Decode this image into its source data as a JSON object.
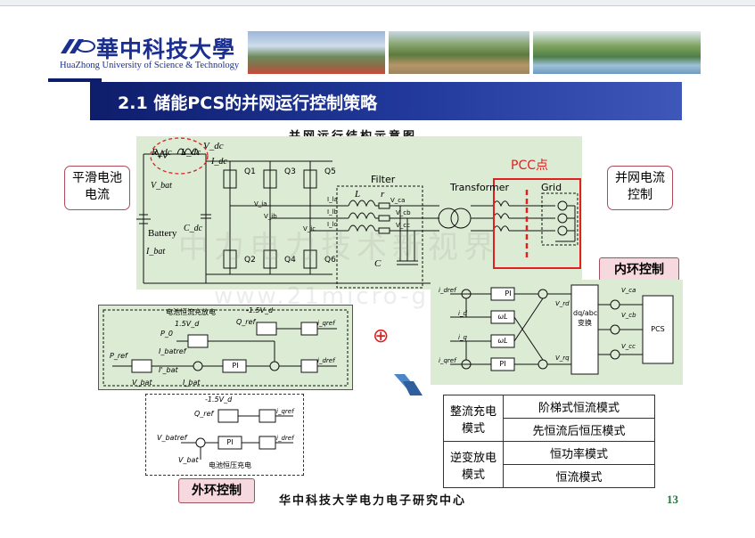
{
  "header": {
    "university_cn": "華中科技大學",
    "university_en": "HuaZhong University of Science & Technology"
  },
  "slide": {
    "title": "2.1  储能PCS的并网运行控制策略",
    "diagram_title": "并网运行结构示意图",
    "footer": "华中科技大学电力电子研究中心",
    "page_number": "13"
  },
  "callouts": {
    "smooth_current": "平滑电池电流",
    "grid_current_control": "并网电流控制",
    "pcc": "PCC点",
    "inner_loop": "内环控制",
    "outer_loop": "外环控制"
  },
  "circuit": {
    "rdc": "R_dc",
    "ldc": "L_dc",
    "vdc": "V_dc",
    "idc": "I_dc",
    "vbat": "V_bat",
    "ibat": "I_bat",
    "battery": "Battery",
    "cdc": "C_dc",
    "q1": "Q1",
    "q2": "Q2",
    "q3": "Q3",
    "q4": "Q4",
    "q5": "Q5",
    "q6": "Q6",
    "filter": "Filter",
    "transformer": "Transformer",
    "grid": "Grid",
    "l": "L",
    "r": "r",
    "c": "C",
    "via": "V_ia",
    "vib": "V_ib",
    "vic": "V_ic",
    "vca": "V_ca",
    "vcb": "V_cb",
    "vcc": "V_cc",
    "ila": "I_la",
    "ilb": "I_lb",
    "ilc": "I_lc"
  },
  "inner_control": {
    "inputs": [
      "i_dref",
      "i_d",
      "i_q",
      "i_qref"
    ],
    "blocks": [
      "PI",
      "ωL",
      "ωL",
      "PI"
    ],
    "transform": "dq/abc变换",
    "pcs": "PCS",
    "outputs": [
      "V_ca",
      "V_cb",
      "V_cc"
    ],
    "vrd": "V_rd",
    "vrq": "V_rq"
  },
  "outer_control_top": {
    "caption": "电池恒流充放电",
    "labels": [
      "1.5V_d",
      "P_0",
      "Q_ref",
      "-1.5V_d",
      "P_ref",
      "I_batref",
      "V_bat",
      "I'_bat",
      "I_bat",
      "PI",
      "i_qref",
      "i_dref"
    ]
  },
  "outer_control_bottom": {
    "caption": "电池恒压充电",
    "labels": [
      "-1.5V_d",
      "Q_ref",
      "V_batref",
      "V_bat",
      "PI",
      "i_qref",
      "i_dref"
    ]
  },
  "plus_symbol": "⊕",
  "mode_table": {
    "groups": [
      {
        "name": "整流充电模式",
        "modes": [
          "阶梯式恒流模式",
          "先恒流后恒压模式"
        ]
      },
      {
        "name": "逆变放电模式",
        "modes": [
          "恒功率模式",
          "恒流模式"
        ]
      }
    ]
  },
  "watermark": "中力电力技术新视界",
  "watermark_url": "www.21micro-grid.com",
  "colors": {
    "title_bar": "#1a2f8f",
    "green_panel": "#dcebd3",
    "pcc_red": "#e02020",
    "pink_label": "#f6d9de"
  }
}
